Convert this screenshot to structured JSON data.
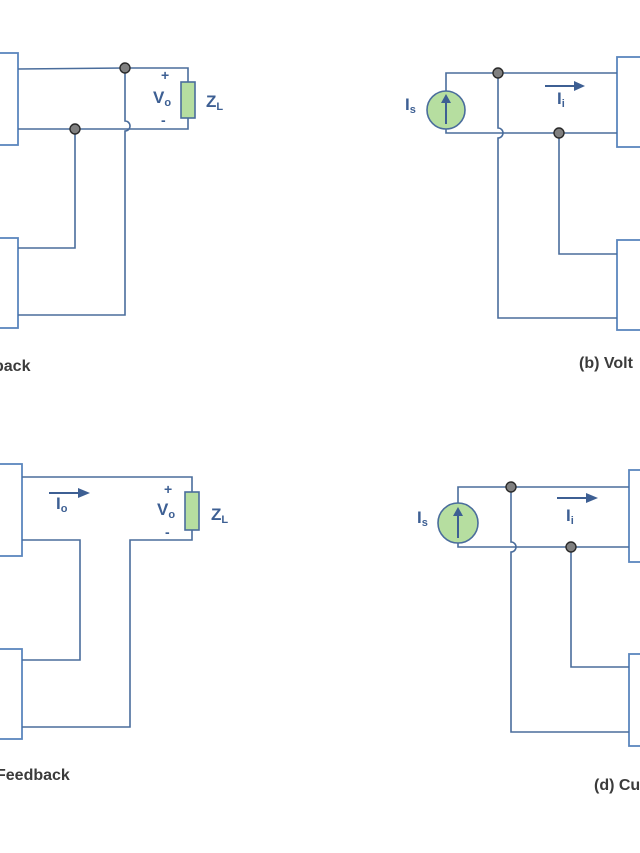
{
  "panels": {
    "a": {
      "caption": "back",
      "vo_main": "V",
      "vo_sub": "o",
      "plus": "+",
      "minus": "-",
      "zl_main": "Z",
      "zl_sub": "L"
    },
    "b": {
      "caption": "(b) Volt",
      "is_main": "I",
      "is_sub": "s",
      "ii_main": "I",
      "ii_sub": "i"
    },
    "c": {
      "caption": "Feedback",
      "io_main": "I",
      "io_sub": "o",
      "vo_main": "V",
      "vo_sub": "o",
      "plus": "+",
      "minus": "-",
      "zl_main": "Z",
      "zl_sub": "L"
    },
    "d": {
      "caption": "(d) Cu",
      "is_main": "I",
      "is_sub": "s",
      "ii_main": "I",
      "ii_sub": "i"
    }
  },
  "colors": {
    "wire": "#4a6d9c",
    "block_border": "#5b86bd",
    "source_fill": "#b6dea0",
    "node_fill": "#808080",
    "label": "#3d5f93",
    "caption": "#3b3b3b"
  }
}
